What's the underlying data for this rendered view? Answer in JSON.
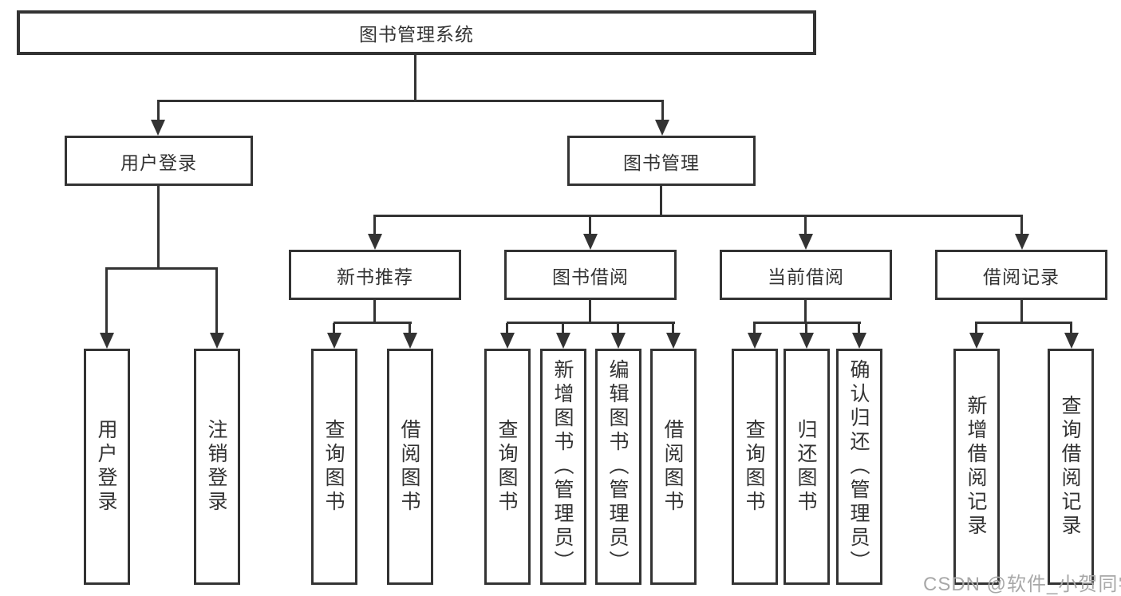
{
  "diagram_title": "图书管理系统",
  "colors": {
    "background": "#ffffff",
    "box_border": "#333333",
    "connector": "#333333",
    "text": "#333333",
    "watermark": "#a8a8a8"
  },
  "nodes": {
    "root": "图书管理系统",
    "user_login": "用户登录",
    "book_management": "图书管理",
    "new_book_recommend": "新书推荐",
    "book_borrowing": "图书借阅",
    "current_borrowing": "当前借阅",
    "borrowing_records": "借阅记录",
    "leaf_user_login": "用户登录",
    "leaf_logout": "注销登录",
    "nbr_query_books": "查询图书",
    "nbr_borrow_books": "借阅图书",
    "bb_query_books": "查询图书",
    "bb_add_books": "新增图书（管理员）",
    "bb_edit_books": "编辑图书（管理员）",
    "bb_borrow_books": "借阅图书",
    "cb_query_books": "查询图书",
    "cb_return_books": "归还图书",
    "cb_confirm_return": "确认归还（管理员）",
    "br_add_record": "新增借阅记录",
    "br_query_record": "查询借阅记录"
  },
  "watermark": {
    "text": "CSDN @软件_小贺同学"
  }
}
